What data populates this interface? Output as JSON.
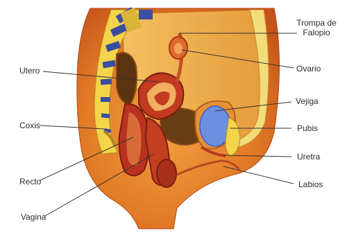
{
  "labels": {
    "trompa_de_falopio_line1": "Trompa de",
    "trompa_de_falopio_line2": "Falopio",
    "ovario": "Ovario",
    "utero": "Utero",
    "vejiga": "Vejiga",
    "coxis": "Coxis",
    "pubis": "Pubis",
    "uretra": "Uretra",
    "recto": "Recto",
    "labios": "Labios",
    "vagina": "Vagina"
  },
  "colors": {
    "skin": "#e8842a",
    "skin_dark": "#c9561a",
    "tissue_pale": "#f3c46a",
    "tissue_yellow": "#f2d36b",
    "muscle_red": "#b8321f",
    "dark_cavity": "#5a3310",
    "bladder_blue": "#6d8fe0",
    "spine_yellow": "#f4d44a",
    "spine_blue": "#3a4ea0",
    "leader_line": "#333333"
  }
}
